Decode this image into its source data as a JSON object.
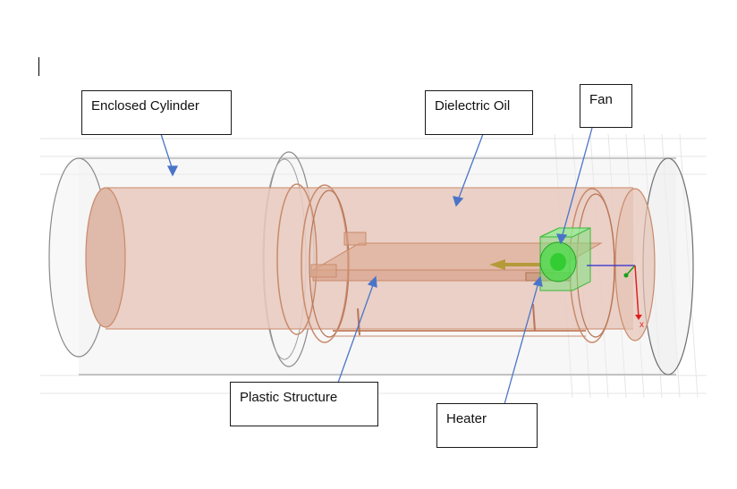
{
  "labels": {
    "enclosed_cylinder": "Enclosed Cylinder",
    "dielectric_oil": "Dielectric Oil",
    "fan": "Fan",
    "plastic_structure": "Plastic Structure",
    "heater": "Heater"
  },
  "axis": {
    "x": "x"
  },
  "colors": {
    "outer_shell": "#9a9a9a",
    "oil_body": "#e8c9bd",
    "copper": "#c98a6b",
    "fan_green": "#44dd44",
    "arrow": "#4a74c9",
    "axis_red": "#e02020",
    "axis_green": "#15a015",
    "axis_blue": "#2a2ad0"
  }
}
